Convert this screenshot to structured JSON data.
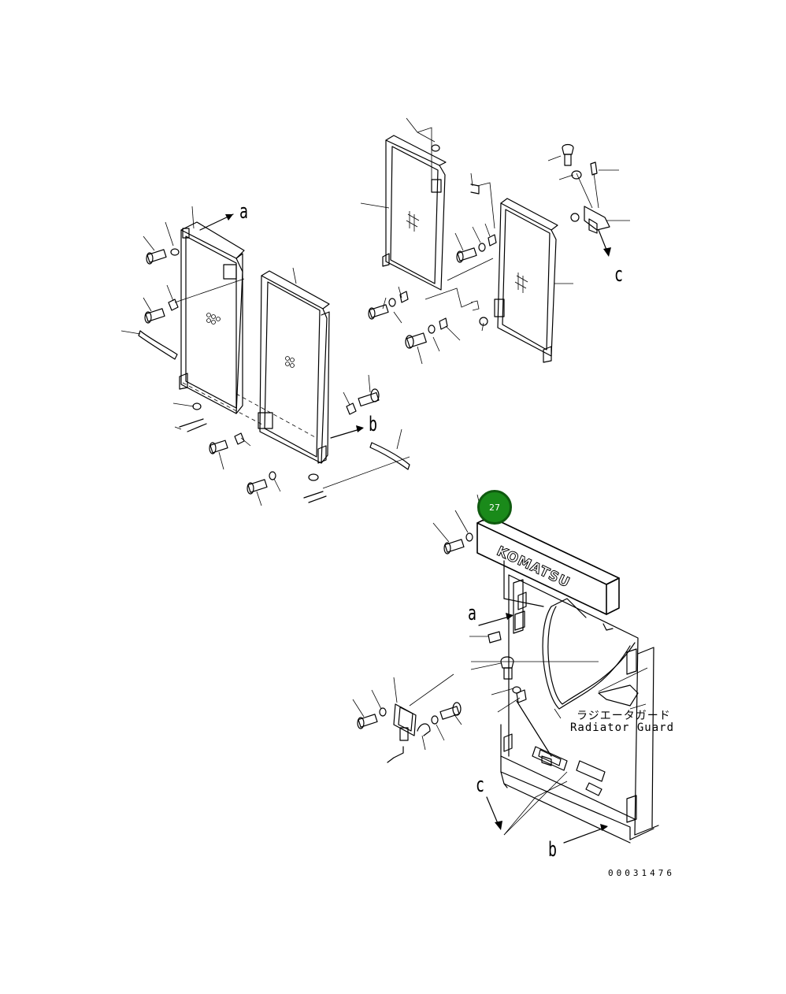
{
  "callout": {
    "number": "27",
    "color": "#1a8a1a"
  },
  "markers": {
    "a": "a",
    "b": "b",
    "c": "c"
  },
  "annotation": {
    "jp": "ラジエータガード",
    "en": "Radiator Guard"
  },
  "brand": {
    "text": "KOMATSU"
  },
  "document_number": "00031476"
}
